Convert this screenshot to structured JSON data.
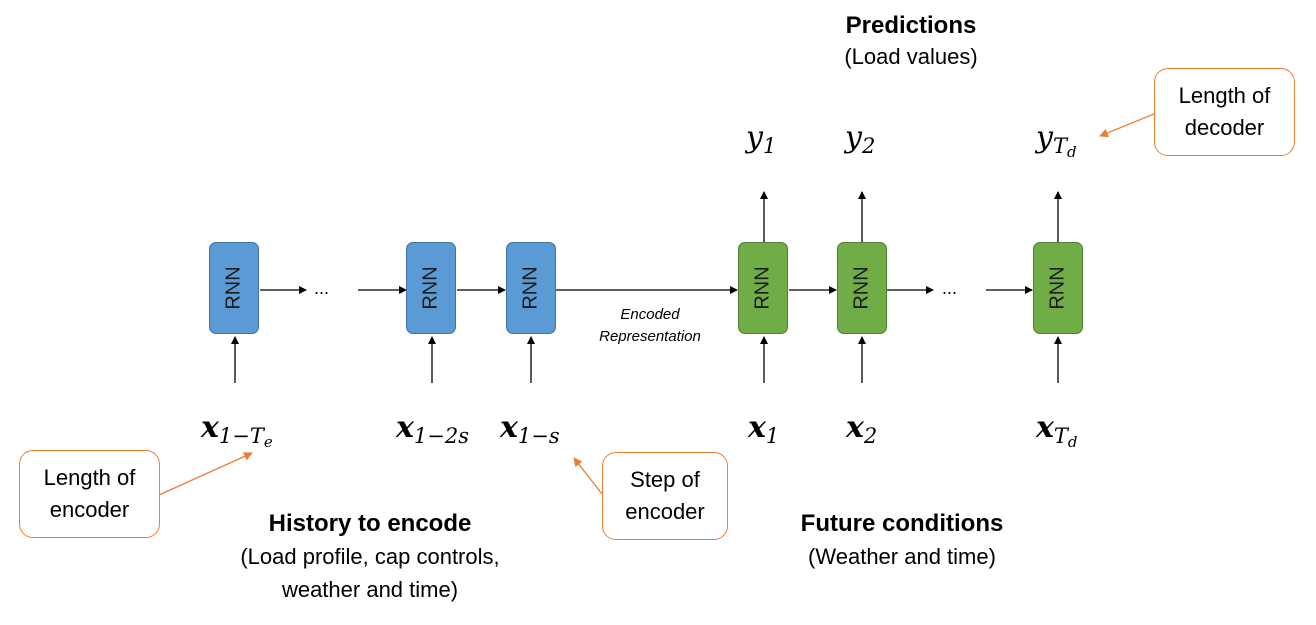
{
  "predictions": {
    "title": "Predictions",
    "subtitle": "(Load values)"
  },
  "history": {
    "title": "History to encode",
    "subtitle_line1": "(Load profile, cap controls,",
    "subtitle_line2": "weather and time)"
  },
  "future": {
    "title": "Future conditions",
    "subtitle": "(Weather and time)"
  },
  "encoded_label": {
    "line1": "Encoded",
    "line2": "Representation"
  },
  "rnn_label": "RNN",
  "ellipsis": "...",
  "callouts": {
    "length_decoder": {
      "line1": "Length of",
      "line2": "decoder"
    },
    "length_encoder": {
      "line1": "Length of",
      "line2": "encoder"
    },
    "step_encoder": {
      "line1": "Step of",
      "line2": "encoder"
    }
  },
  "outputs": {
    "y1": {
      "base": "y",
      "sub": "1"
    },
    "y2": {
      "base": "y",
      "sub": "2"
    },
    "yTd": {
      "base": "y",
      "sub": "T",
      "subsub": "d"
    }
  },
  "inputs": {
    "x_1_minus_Te": {
      "base": "x",
      "sub": "1−T",
      "subsub": "e"
    },
    "x_1_minus_2s": {
      "base": "x",
      "sub": "1−2s"
    },
    "x_1_minus_s": {
      "base": "x",
      "sub": "1−s"
    },
    "x1": {
      "base": "x",
      "sub": "1"
    },
    "x2": {
      "base": "x",
      "sub": "2"
    },
    "xTd": {
      "base": "x",
      "sub": "T",
      "subsub": "d"
    }
  },
  "colors": {
    "encoder_fill": "#5b9bd5",
    "encoder_border": "#41719c",
    "decoder_fill": "#70ad47",
    "decoder_border": "#507e32",
    "callout_border": "#ed7d31",
    "arrow": "#000000"
  }
}
